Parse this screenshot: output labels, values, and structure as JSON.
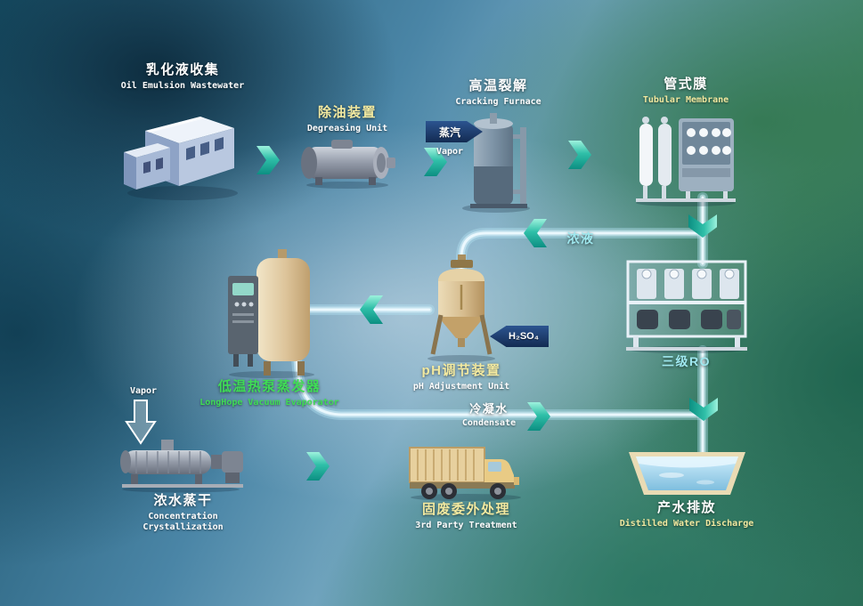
{
  "diagram": {
    "nodes": [
      {
        "id": "oil-emulsion-collection",
        "zh": "乳化液收集",
        "en": "Oil Emulsion Wastewater"
      },
      {
        "id": "degreasing-unit",
        "zh": "除油装置",
        "en": "Degreasing Unit"
      },
      {
        "id": "cracking-furnace",
        "zh": "高温裂解",
        "en": "Cracking Furnace"
      },
      {
        "id": "tubular-membrane",
        "zh": "管式膜",
        "en": "Tubular Membrane"
      },
      {
        "id": "three-stage-ro",
        "zh": "三级RO",
        "en": ""
      },
      {
        "id": "vacuum-evaporator",
        "zh": "低温热泵蒸发器",
        "en": "LongHope Vacuum Evaporator"
      },
      {
        "id": "ph-adjustment-unit",
        "zh": "pH调节装置",
        "en": "pH Adjustment Unit"
      },
      {
        "id": "concentration-crystallization",
        "zh": "浓水蒸干",
        "en": "Concentration Crystallization"
      },
      {
        "id": "third-party-treatment",
        "zh": "固废委外处理",
        "en": "3rd Party Treatment"
      },
      {
        "id": "distilled-water-discharge",
        "zh": "产水排放",
        "en": "Distilled Water Discharge"
      }
    ],
    "stream_labels": {
      "vapor_to_furnace_zh": "蒸汽",
      "vapor_to_furnace_en": "Vapor",
      "concentrate_zh": "浓液",
      "h2so4": "H₂SO₄",
      "condensate_zh": "冷凝水",
      "condensate_en": "Condensate",
      "vapor_to_crystallizer": "Vapor"
    },
    "colors": {
      "arrow_teal": "#2fbfa8",
      "arrow_navy": "#132b52",
      "pipe_glow": "#b5e6f5",
      "label_yellow": "#f2e9a0",
      "label_green": "#3fdc55",
      "label_cyan": "#9fe8ef",
      "label_white": "#ffffff"
    }
  }
}
